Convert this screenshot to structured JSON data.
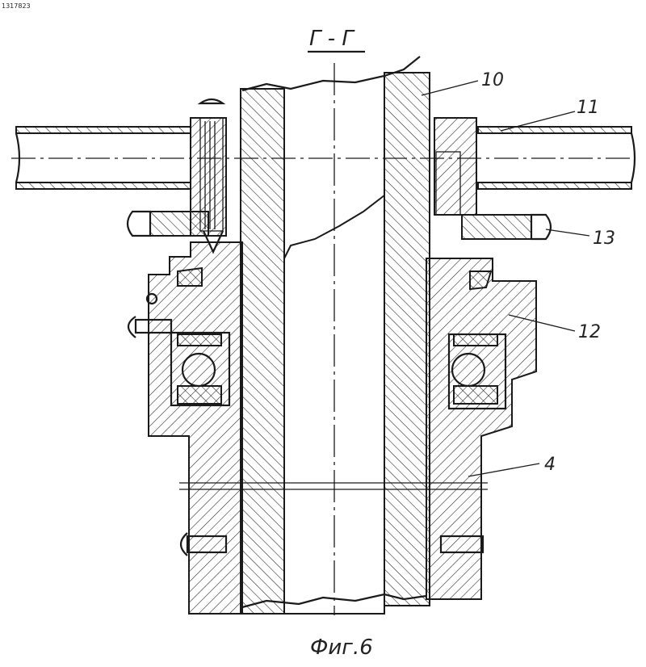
{
  "corner_id": "1317823",
  "section_title": "Г - Г",
  "figure_caption": "Фиг.6",
  "part_labels": [
    {
      "id": "p10",
      "text": "10"
    },
    {
      "id": "p11",
      "text": "11"
    },
    {
      "id": "p13",
      "text": "13"
    },
    {
      "id": "p12",
      "text": "12"
    },
    {
      "id": "p4",
      "text": "4"
    }
  ]
}
